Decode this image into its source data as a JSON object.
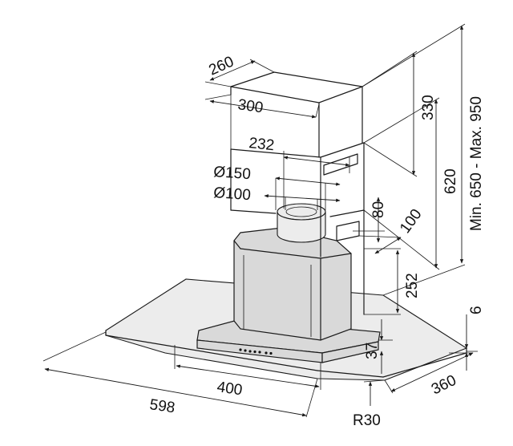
{
  "labels": {
    "d260": "260",
    "d300": "300",
    "d232": "232",
    "d150": "Ø150",
    "d100": "Ø100",
    "d330": "330",
    "d620": "620",
    "d_range": "Min. 650 - Max. 950",
    "d80": "80",
    "d100b": "100",
    "d252": "252",
    "d6": "6",
    "d37": "37",
    "d400": "400",
    "d598": "598",
    "d360": "360",
    "dR30": "R30"
  },
  "colors": {
    "line": "#1a1a1a",
    "fill": "#d9d9d9"
  }
}
